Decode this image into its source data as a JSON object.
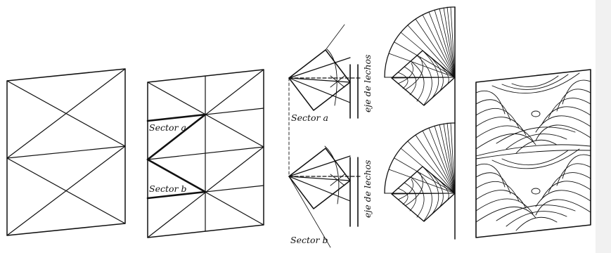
{
  "labels": {
    "sector_a": "Sector a",
    "sector_b": "Sector b",
    "eje_lechos": "eje de lechos"
  }
}
